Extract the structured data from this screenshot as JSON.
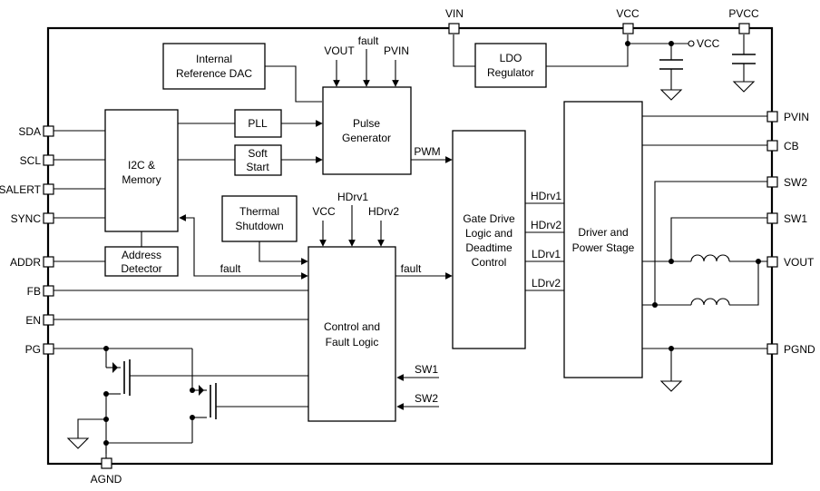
{
  "blocks": {
    "dac": [
      "Internal",
      "Reference DAC"
    ],
    "ldo": [
      "LDO",
      "Regulator"
    ],
    "pulse": [
      "Pulse",
      "Generator"
    ],
    "i2c": [
      "I2C &",
      "Memory"
    ],
    "pll": [
      "PLL"
    ],
    "softstart": [
      "Soft",
      "Start"
    ],
    "thermal": [
      "Thermal",
      "Shutdown"
    ],
    "address": [
      "Address",
      "Detector"
    ],
    "control": [
      "Control and",
      "Fault Logic"
    ],
    "gate": [
      "Gate Drive",
      "Logic and",
      "Deadtime",
      "Control"
    ],
    "driver": [
      "Driver and",
      "Power Stage"
    ]
  },
  "pins": {
    "left": [
      "SDA",
      "SCL",
      "SALERT",
      "SYNC",
      "ADDR",
      "FB",
      "EN",
      "PG"
    ],
    "right": [
      "PVIN",
      "CB",
      "SW2",
      "SW1",
      "VOUT",
      "PGND"
    ],
    "top": [
      "VIN",
      "VCC",
      "PVCC"
    ],
    "bottom": [
      "AGND"
    ]
  },
  "signals": {
    "vout": "VOUT",
    "fault": "fault",
    "pvin": "PVIN",
    "pwm": "PWM",
    "vcc": "VCC",
    "hdrv1": "HDrv1",
    "hdrv2": "HDrv2",
    "ldrv1": "LDrv1",
    "ldrv2": "LDrv2",
    "sw1": "SW1",
    "sw2": "SW2",
    "vcc_node": "VCC"
  }
}
